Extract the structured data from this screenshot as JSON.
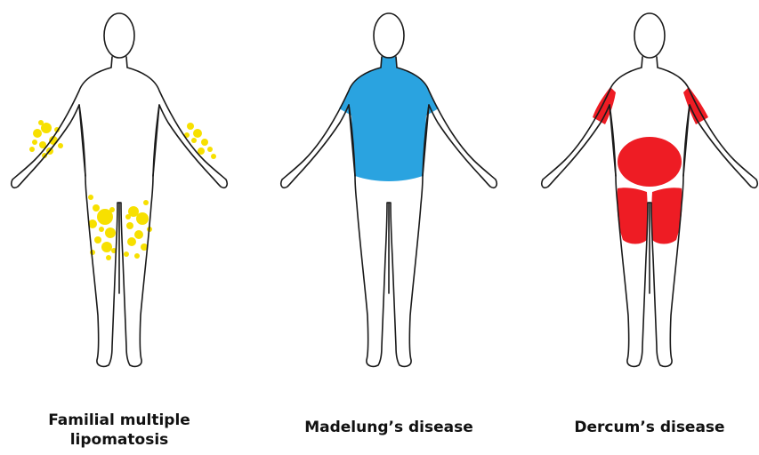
{
  "colors": {
    "outline": "#1a1a1a",
    "familial": "#f7e000",
    "madelung": "#2aa3e0",
    "dercum": "#ee1c24"
  },
  "panels": [
    {
      "id": "familial",
      "caption_lines": [
        "Familial multiple",
        "lipomatosis"
      ],
      "affected_regions": [
        "forearms",
        "thighs"
      ],
      "pattern": "scattered nodules"
    },
    {
      "id": "madelung",
      "caption_lines": [
        "Madelung’s disease"
      ],
      "affected_regions": [
        "neck",
        "shoulders",
        "upper arms",
        "upper trunk"
      ],
      "pattern": "diffuse"
    },
    {
      "id": "dercum",
      "caption_lines": [
        "Dercum’s disease"
      ],
      "affected_regions": [
        "upper arms",
        "abdomen",
        "thighs"
      ],
      "pattern": "painful masses"
    }
  ]
}
